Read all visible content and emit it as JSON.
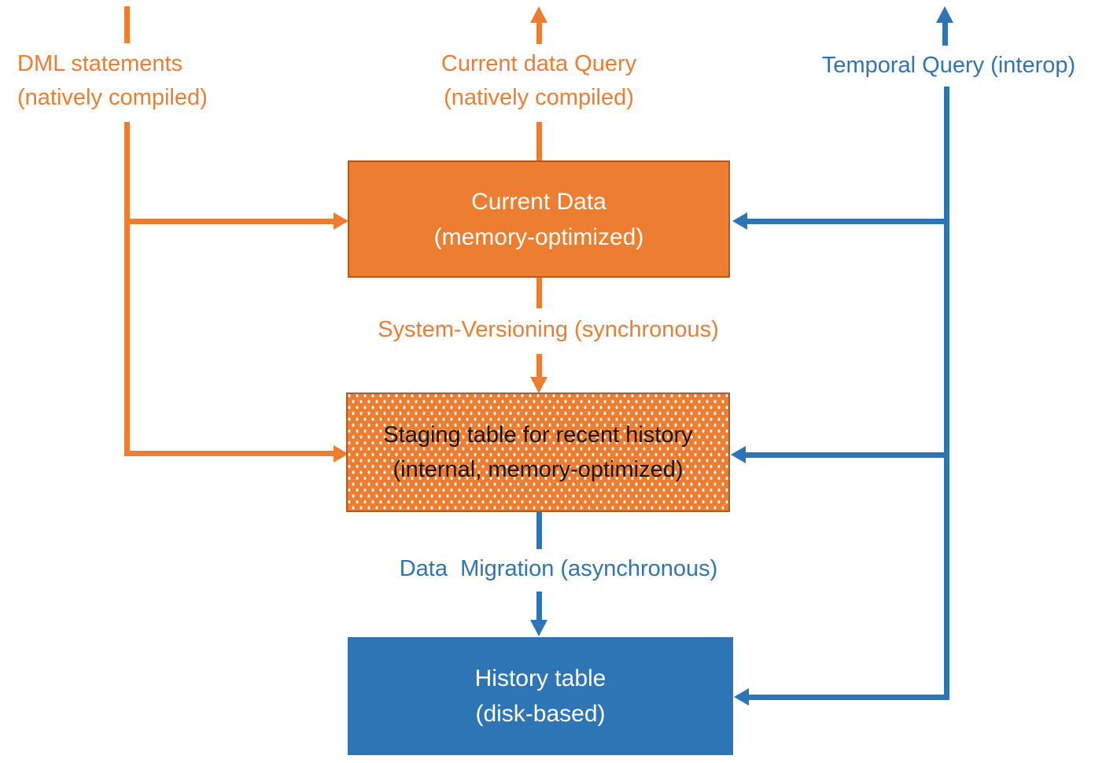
{
  "labels": {
    "dml_line1": "DML statements",
    "dml_line2": "(natively compiled)",
    "current_query_line1": "Current data Query",
    "current_query_line2": "(natively compiled)",
    "temporal_query": "Temporal Query (interop)",
    "system_versioning": "System-Versioning (synchronous)",
    "data_migration": "Data  Migration (asynchronous)"
  },
  "boxes": {
    "current_data_line1": "Current Data",
    "current_data_line2": "(memory-optimized)",
    "staging_line1": "Staging table for recent history",
    "staging_line2": "(internal, memory-optimized)",
    "history_line1": "History table",
    "history_line2": "(disk-based)"
  },
  "colors": {
    "orange": "#ED7D31",
    "orange_dark_border": "#AE5A21",
    "blue": "#2E75B6",
    "box_text_light": "#FFFFFF",
    "staging_text_dark": "#161616"
  }
}
